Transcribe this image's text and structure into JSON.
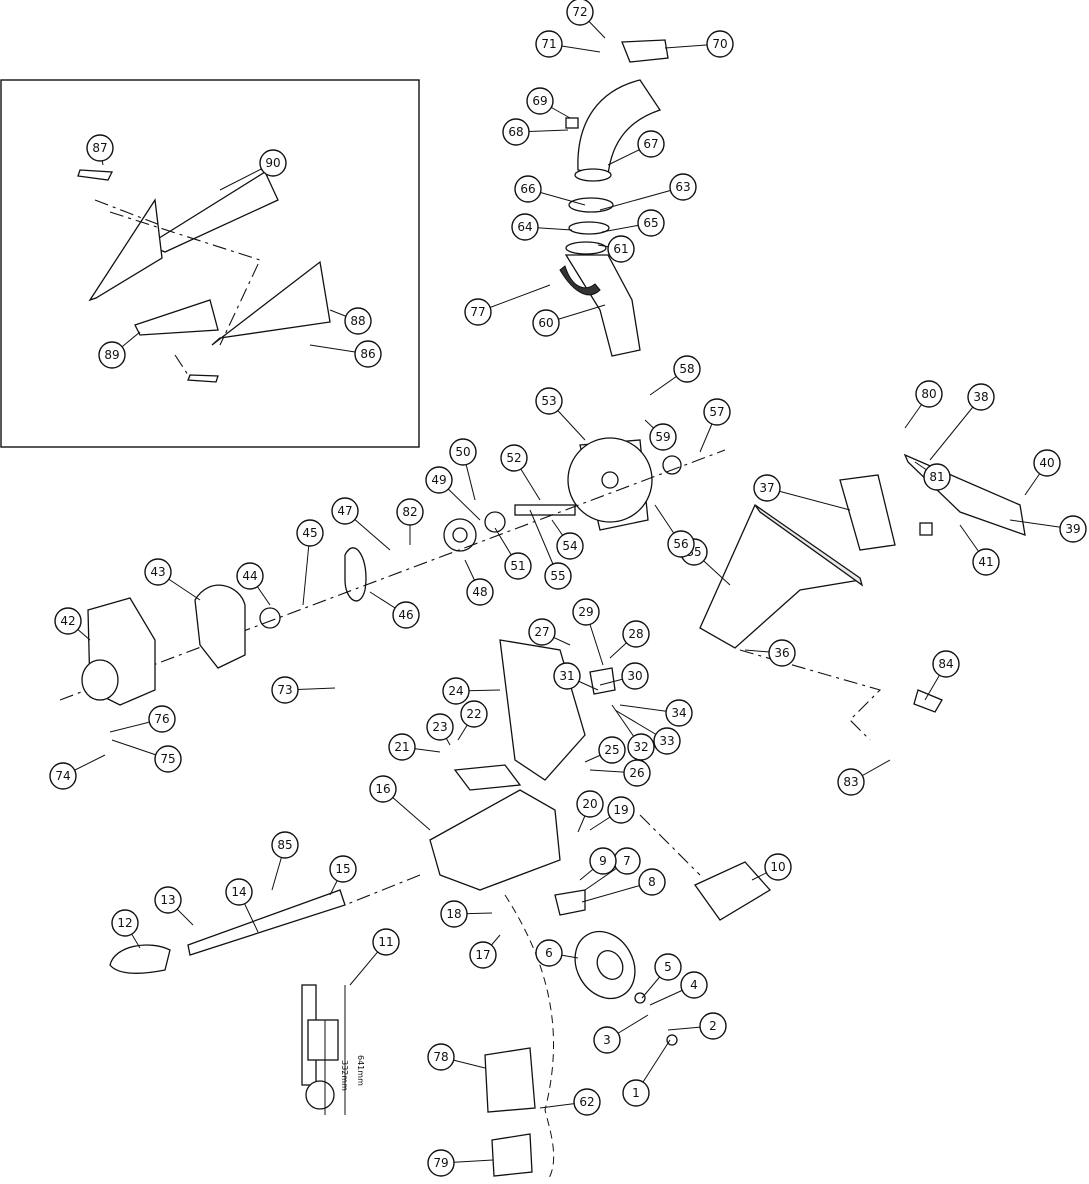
{
  "callouts": [
    {
      "n": "1"
    },
    {
      "n": "2"
    },
    {
      "n": "3"
    },
    {
      "n": "4"
    },
    {
      "n": "5"
    },
    {
      "n": "6"
    },
    {
      "n": "7"
    },
    {
      "n": "8"
    },
    {
      "n": "9"
    },
    {
      "n": "10"
    },
    {
      "n": "11"
    },
    {
      "n": "12"
    },
    {
      "n": "13"
    },
    {
      "n": "14"
    },
    {
      "n": "15"
    },
    {
      "n": "16"
    },
    {
      "n": "17"
    },
    {
      "n": "18"
    },
    {
      "n": "19"
    },
    {
      "n": "20"
    },
    {
      "n": "21"
    },
    {
      "n": "22"
    },
    {
      "n": "23"
    },
    {
      "n": "24"
    },
    {
      "n": "25"
    },
    {
      "n": "26"
    },
    {
      "n": "27"
    },
    {
      "n": "28"
    },
    {
      "n": "29"
    },
    {
      "n": "30"
    },
    {
      "n": "31"
    },
    {
      "n": "32"
    },
    {
      "n": "33"
    },
    {
      "n": "34"
    },
    {
      "n": "35"
    },
    {
      "n": "36"
    },
    {
      "n": "37"
    },
    {
      "n": "38"
    },
    {
      "n": "39"
    },
    {
      "n": "40"
    },
    {
      "n": "41"
    },
    {
      "n": "42"
    },
    {
      "n": "43"
    },
    {
      "n": "44"
    },
    {
      "n": "45"
    },
    {
      "n": "46"
    },
    {
      "n": "47"
    },
    {
      "n": "48"
    },
    {
      "n": "49"
    },
    {
      "n": "50"
    },
    {
      "n": "51"
    },
    {
      "n": "52"
    },
    {
      "n": "53"
    },
    {
      "n": "54"
    },
    {
      "n": "55"
    },
    {
      "n": "56"
    },
    {
      "n": "57"
    },
    {
      "n": "58"
    },
    {
      "n": "59"
    },
    {
      "n": "60"
    },
    {
      "n": "61"
    },
    {
      "n": "62"
    },
    {
      "n": "63"
    },
    {
      "n": "64"
    },
    {
      "n": "65"
    },
    {
      "n": "66"
    },
    {
      "n": "67"
    },
    {
      "n": "68"
    },
    {
      "n": "69"
    },
    {
      "n": "70"
    },
    {
      "n": "71"
    },
    {
      "n": "72"
    },
    {
      "n": "73"
    },
    {
      "n": "74"
    },
    {
      "n": "75"
    },
    {
      "n": "76"
    },
    {
      "n": "77"
    },
    {
      "n": "78"
    },
    {
      "n": "79"
    },
    {
      "n": "80"
    },
    {
      "n": "81"
    },
    {
      "n": "82"
    },
    {
      "n": "83"
    },
    {
      "n": "84"
    },
    {
      "n": "85"
    },
    {
      "n": "86"
    },
    {
      "n": "87"
    },
    {
      "n": "88"
    },
    {
      "n": "89"
    },
    {
      "n": "90"
    }
  ],
  "dimensions": {
    "overall_height": "641mm",
    "post_height": "332mm"
  }
}
